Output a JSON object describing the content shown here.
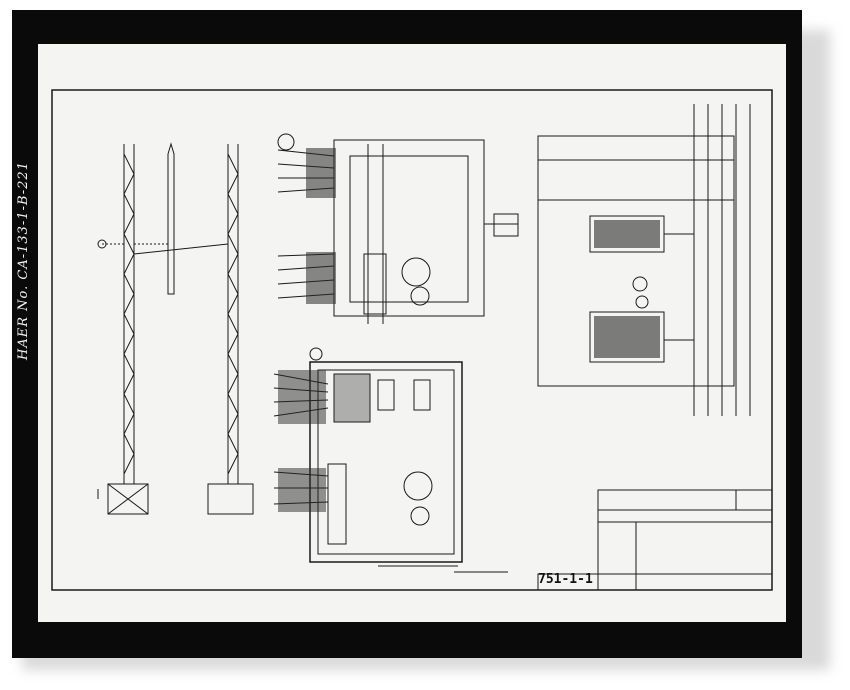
{
  "document": {
    "type": "scanned engineering drawing (HAER photograph of drawing)",
    "margin_stamp": "HAER No. CA-133-1-B-221",
    "title_block_number": "751-1-1"
  },
  "colors": {
    "film": "#0a0a0a",
    "paper": "#f4f4f2",
    "ink": "#1a1a1a"
  }
}
